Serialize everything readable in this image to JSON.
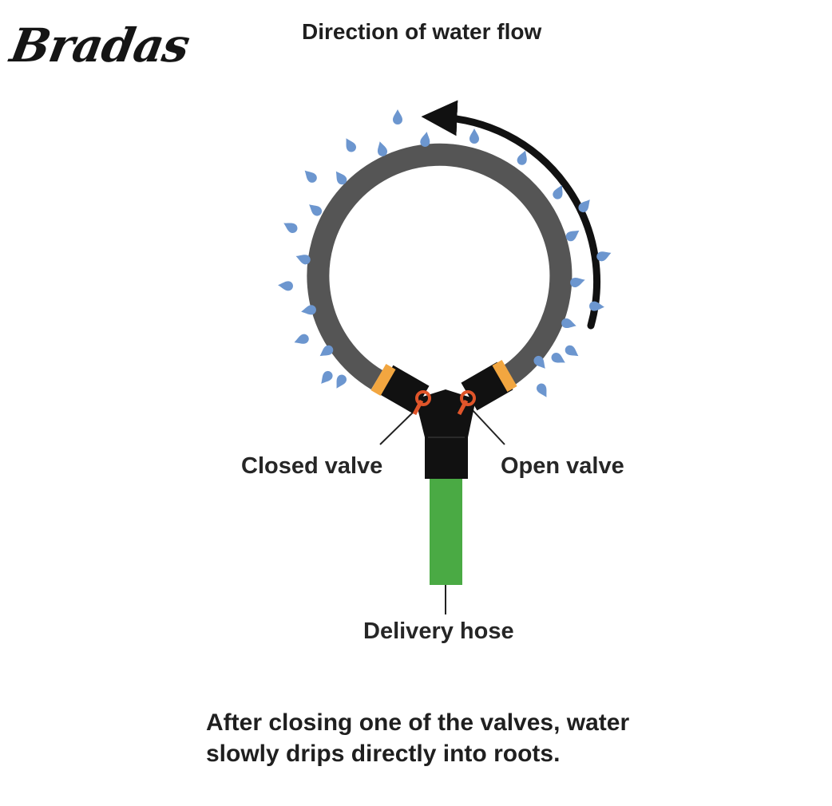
{
  "brand": {
    "logo_text": "Bradas"
  },
  "diagram": {
    "title": "Direction of water flow",
    "labels": {
      "closed_valve": "Closed valve",
      "open_valve": "Open valve",
      "delivery_hose": "Delivery hose"
    },
    "caption": "After closing one of the valves, water slowly drips directly into roots."
  },
  "colors": {
    "ring": "#555555",
    "drop": "#6c96cf",
    "hose": "#4aaa44",
    "valve": "#e0552a",
    "coupling": "#f2a640",
    "connector": "#111111",
    "arrow": "#111111"
  },
  "icons": {
    "drop": "water-drop-icon",
    "flow_arrow": "curved-arrow-icon",
    "valve": "valve-icon"
  }
}
